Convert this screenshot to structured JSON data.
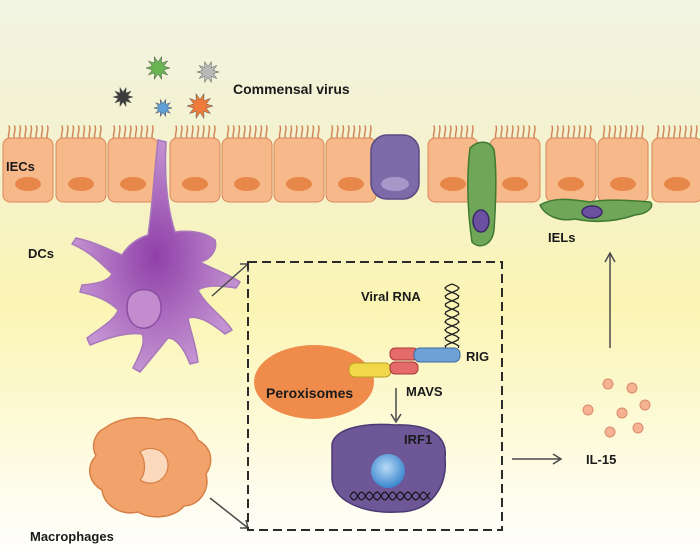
{
  "labels": {
    "commensal_virus": "Commensal virus",
    "iecs": "IECs",
    "dcs": "DCs",
    "iels": "IELs",
    "viral_rna": "Viral RNA",
    "rig": "RIG",
    "peroxisomes": "Peroxisomes",
    "mavs": "MAVS",
    "irf1": "IRF1",
    "il15": "IL-15",
    "macrophages": "Macrophages"
  },
  "colors": {
    "background_top": "#f1f4e2",
    "background_bottom": "#fbf5b4",
    "epithelial_cell": "#f7b88a",
    "nucleus": "#e8874a",
    "goblet_cell": "#7d6aa8",
    "dendritic_cell": "#b57bc6",
    "macrophage": "#f2a36c",
    "iel": "#6fa657",
    "peroxisome": "#ef8c4c",
    "nucleus_irf1": "#6d5797",
    "mavs_red": "#e56a6a",
    "mavs_yellow": "#f0d84a",
    "rig_blue": "#6fa0d6",
    "il15_dot": "#f5b394"
  },
  "virus_colors": [
    "#69b551",
    "#b9b9b9",
    "#3d3d3d",
    "#5fa0d8",
    "#f07a3a"
  ]
}
